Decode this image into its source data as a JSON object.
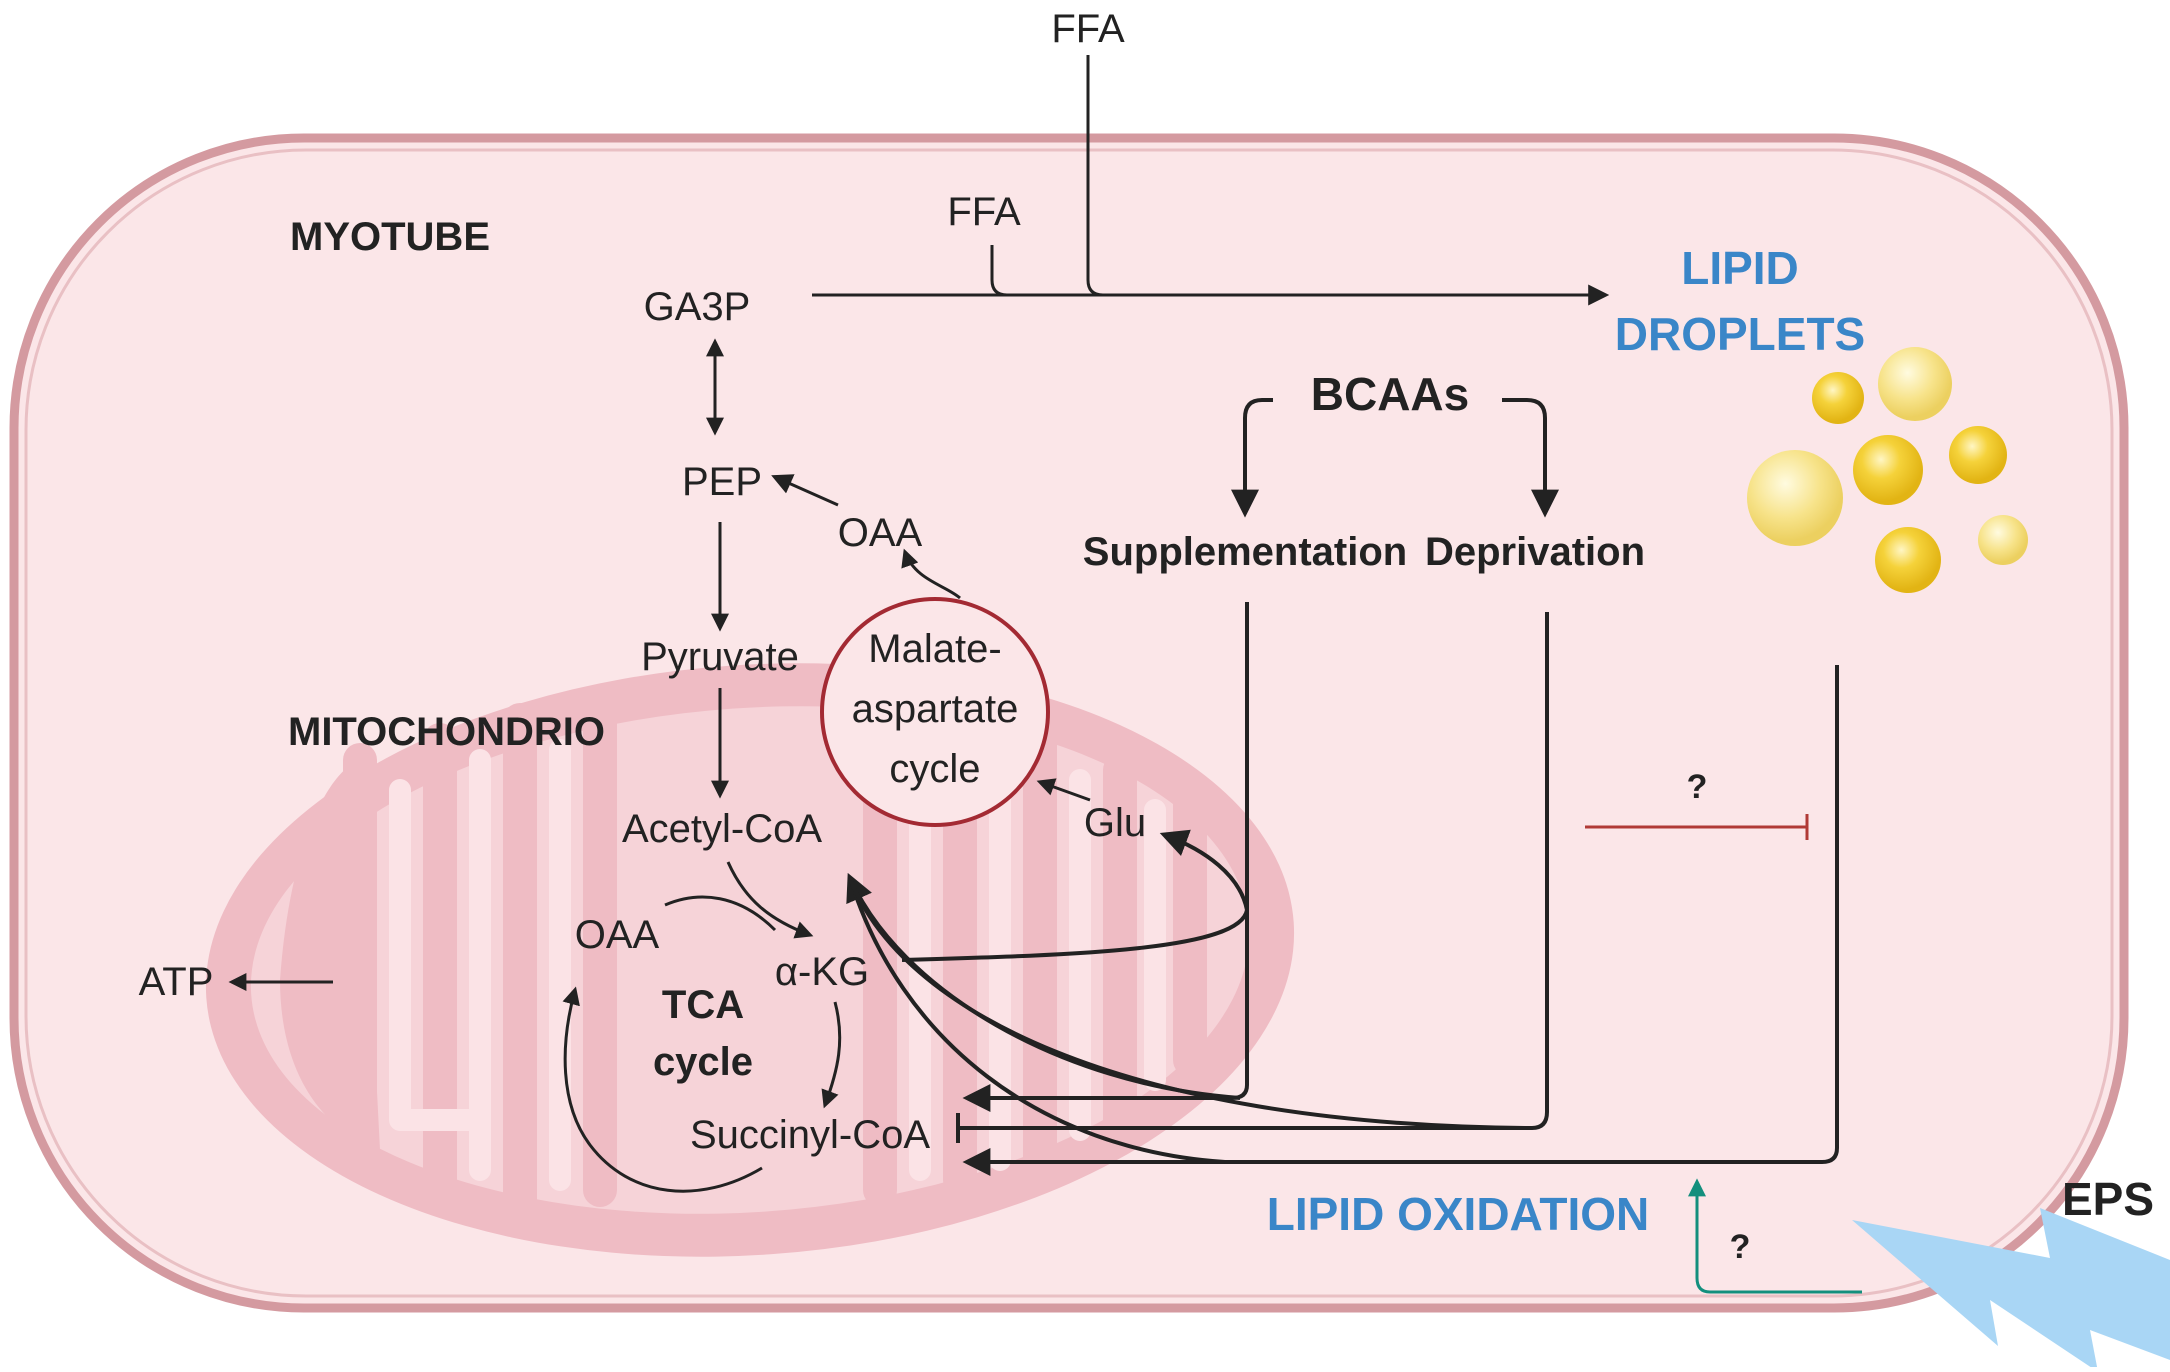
{
  "colors": {
    "cell_fill": "#fbe6e8",
    "cell_border": "#d79ea3",
    "mito_fill": "#efbcc4",
    "mito_inner": "#fbe3e6",
    "malate_border": "#a32a33",
    "lipid_blue": "#3a86c8",
    "supplementation": "#138f7d",
    "deprivation": "#8c2024",
    "eps_bolt": "#a9d6f5",
    "droplet": "#f2c82a"
  },
  "labels": {
    "myotube": "MYOTUBE",
    "mitochondrio": "MITOCHONDRIO",
    "ffa_outer": "FFA",
    "ffa_inner": "FFA",
    "ga3p": "GA3P",
    "lipid_droplets_1": "LIPID",
    "lipid_droplets_2": "DROPLETS",
    "bcaas": "BCAAs",
    "supplementation": "Supplementation",
    "deprivation": "Deprivation",
    "pep": "PEP",
    "oaa_top": "OAA",
    "pyruvate": "Pyruvate",
    "malate_1": "Malate-",
    "malate_2": "aspartate",
    "malate_3": "cycle",
    "glu": "Glu",
    "acetyl_coa": "Acetyl-CoA",
    "oaa_tca": "OAA",
    "akg": "α-KG",
    "tca_1": "TCA",
    "tca_2": "cycle",
    "succinyl_coa": "Succinyl-CoA",
    "atp": "ATP",
    "question_top": "?",
    "question_bottom": "?",
    "lipid_oxidation": "LIPID OXIDATION",
    "eps": "EPS"
  }
}
